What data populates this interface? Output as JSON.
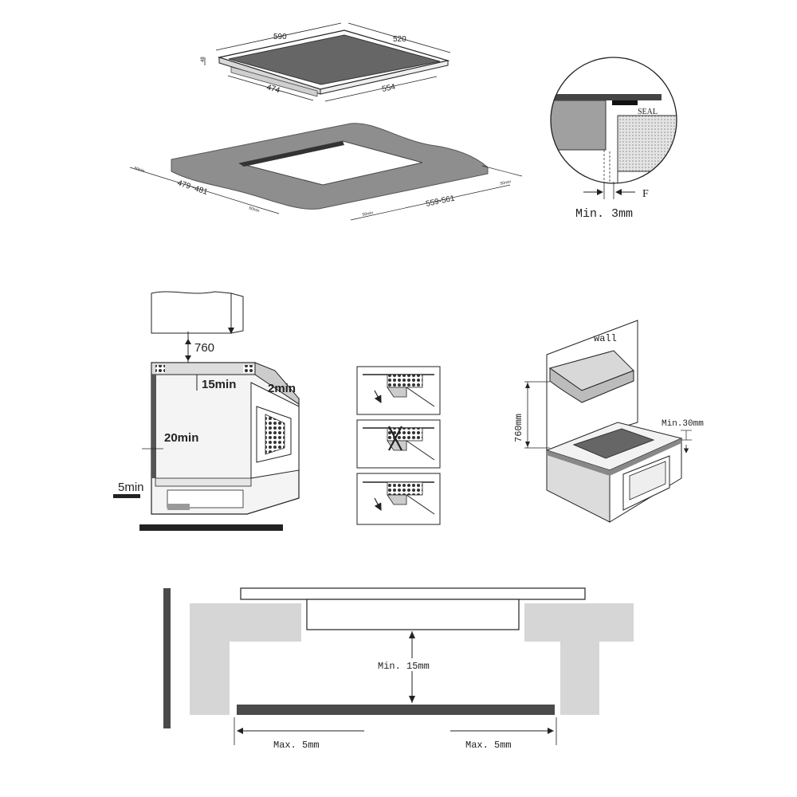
{
  "hob_dims": {
    "width": "590",
    "depth": "520",
    "height": "48",
    "inner_width": "554",
    "inner_depth": "474"
  },
  "cutout_dims": {
    "depth_range": "479~481",
    "width_range": "559-561",
    "left_min": "50min",
    "front_min_left": "50min",
    "front_min_right": "50min",
    "right_min": "50min"
  },
  "seal_detail": {
    "seal_label": "SEAL",
    "f_label": "F",
    "min_label": "Min. 3mm"
  },
  "clearance": {
    "above": "760",
    "under_hob": "15min",
    "oven_gap": "2min",
    "side": "20min",
    "back": "5min"
  },
  "wall_view": {
    "wall_label": "wall",
    "height_label": "760mm",
    "min_label": "Min.30mm"
  },
  "section": {
    "min_label": "Min. 15mm",
    "max_left": "Max. 5mm",
    "max_right": "Max. 5mm"
  },
  "colors": {
    "counter_grey": "#a8a8a8",
    "light_grey": "#d6d6d6",
    "dark_grey": "#4a4a4a",
    "line": "#222222"
  }
}
